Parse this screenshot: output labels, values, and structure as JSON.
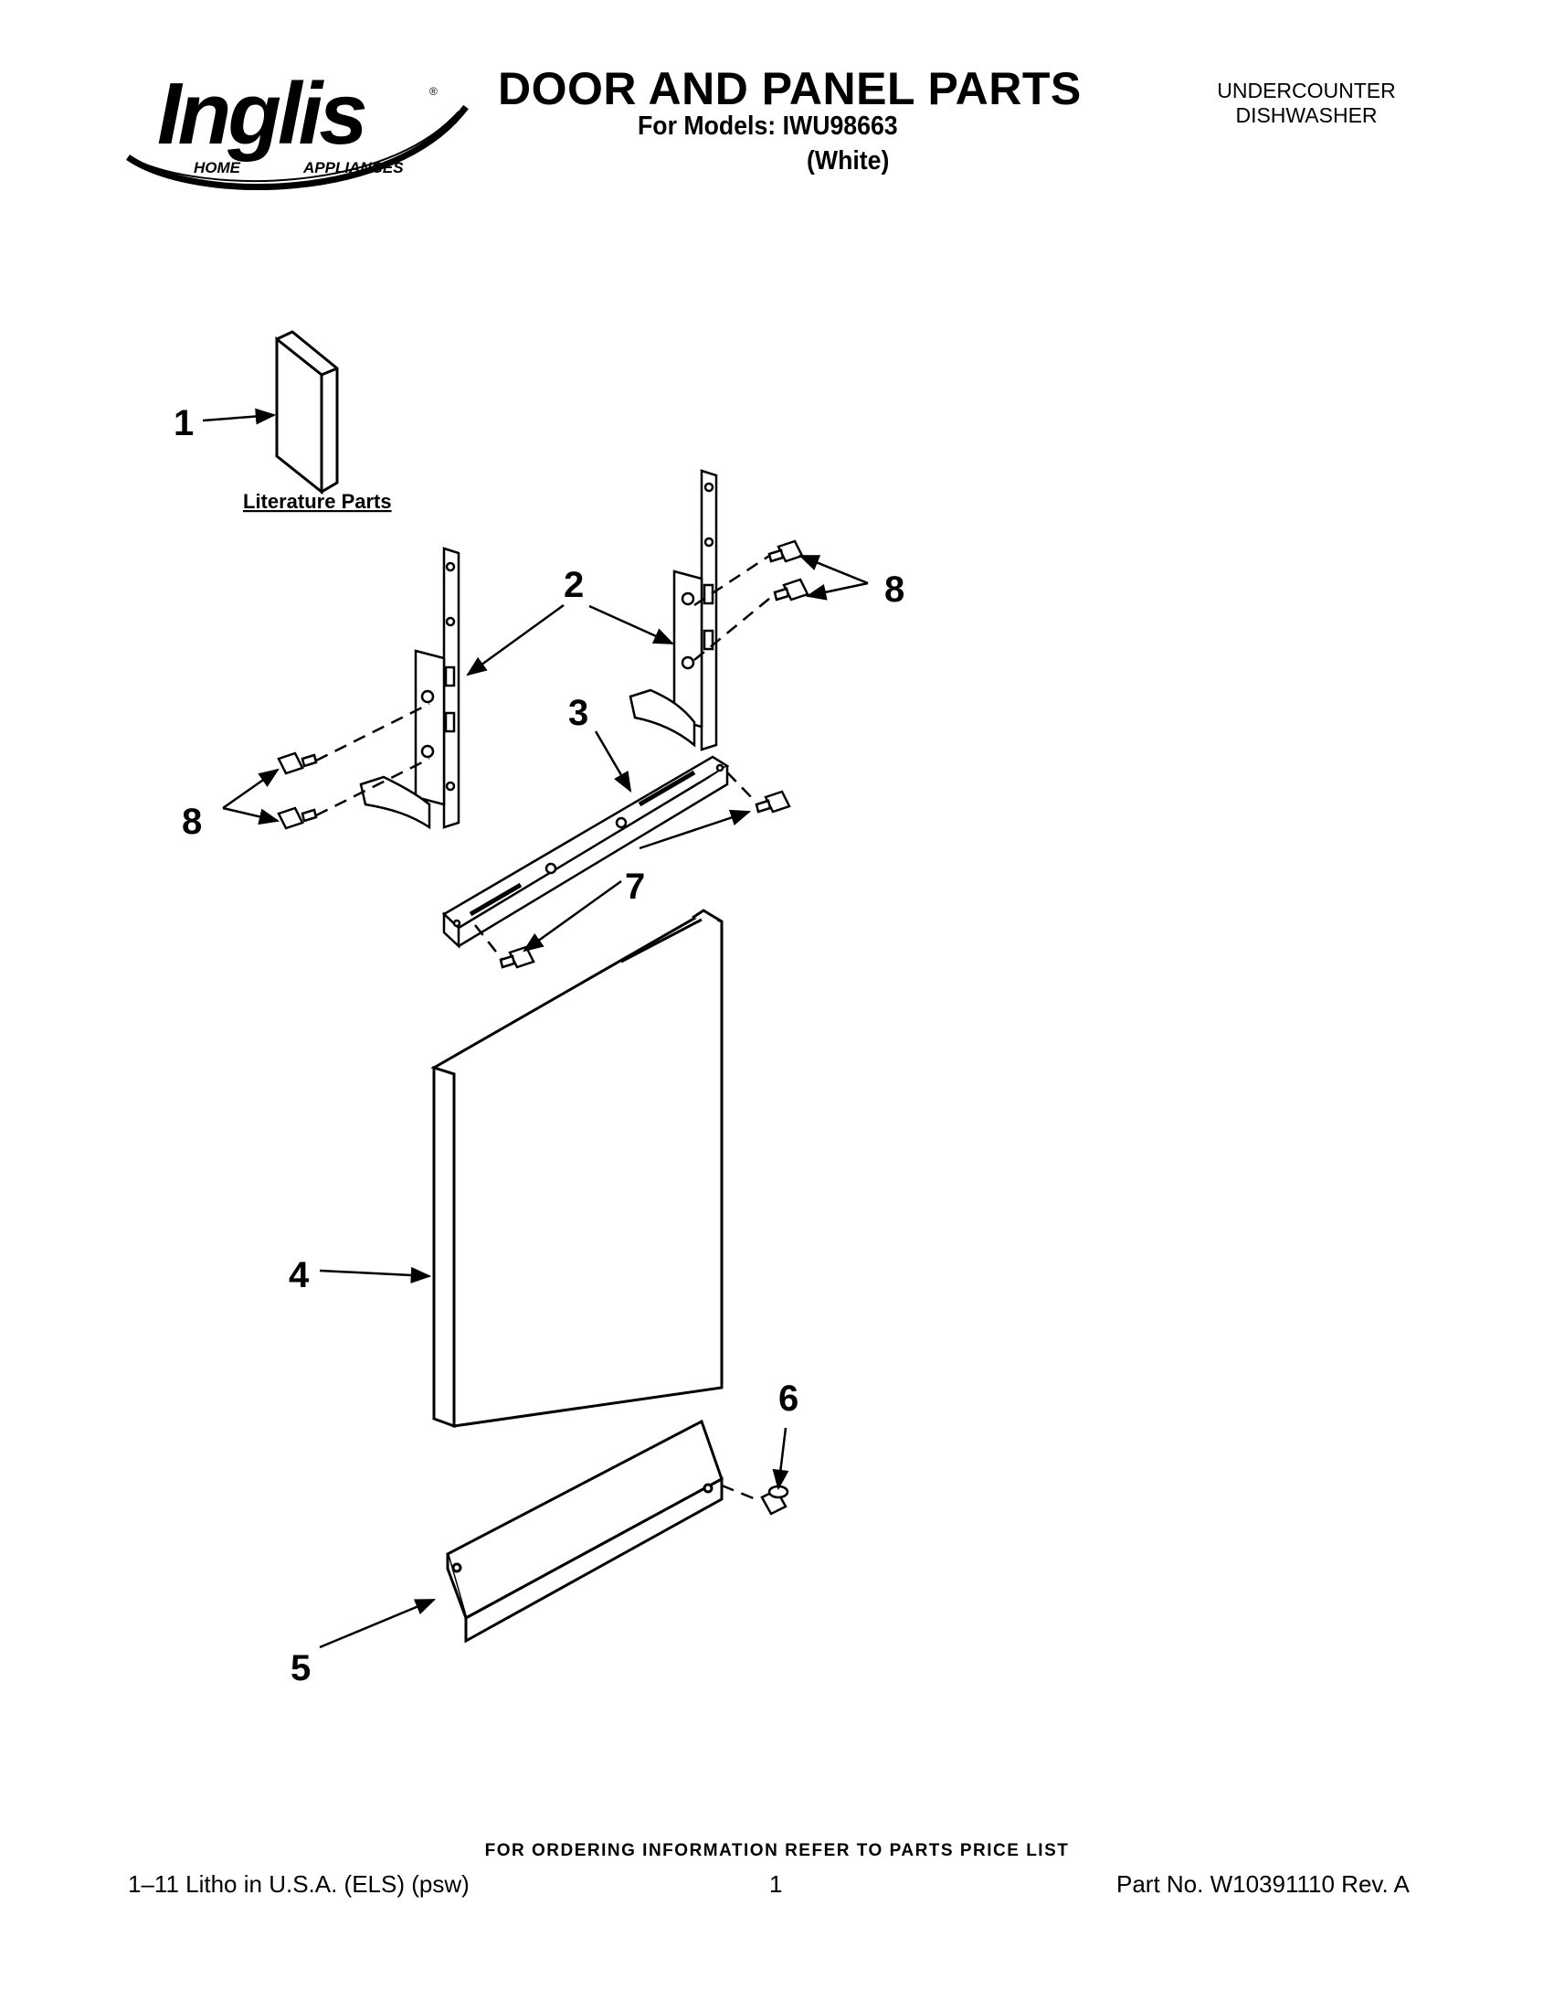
{
  "header": {
    "brand": "Inglis",
    "brand_sub_left": "HOME",
    "brand_sub_right": "APPLIANCES",
    "title": "DOOR AND PANEL PARTS",
    "models": "For Models: IWU98663",
    "color": "(White)",
    "product_type_line1": "UNDERCOUNTER",
    "product_type_line2": "DISHWASHER"
  },
  "diagram": {
    "literature_label": "Literature Parts",
    "callouts": {
      "c1": "1",
      "c2": "2",
      "c3": "3",
      "c4": "4",
      "c5": "5",
      "c6": "6",
      "c7": "7",
      "c8_left": "8",
      "c8_right": "8"
    }
  },
  "footer": {
    "order_info": "FOR ORDERING INFORMATION REFER TO PARTS PRICE LIST",
    "litho": "1–11 Litho in U.S.A. (ELS) (psw)",
    "page": "1",
    "part_no": "Part No. W10391110 Rev. A"
  }
}
